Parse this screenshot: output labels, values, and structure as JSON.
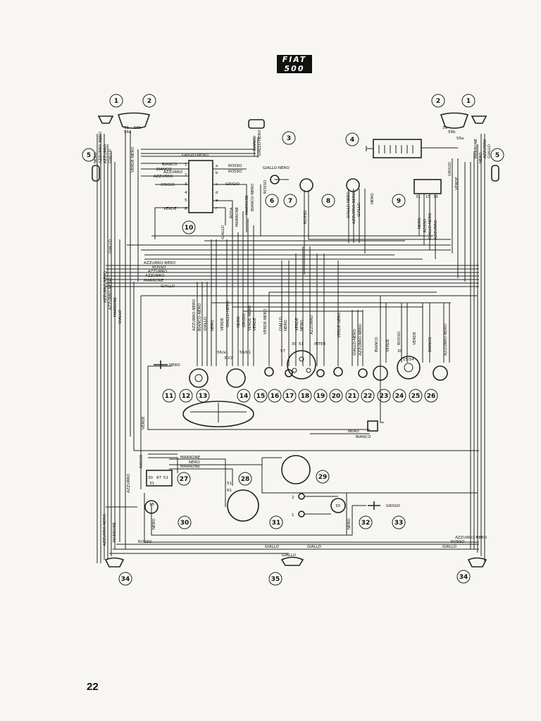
{
  "badge": {
    "line1": "FIAT",
    "line2": "500"
  },
  "page_number": "22",
  "callouts": [
    "1",
    "2",
    "3",
    "4",
    "5",
    "6",
    "7",
    "8",
    "9",
    "10",
    "11",
    "12",
    "13",
    "14",
    "15",
    "16",
    "17",
    "18",
    "19",
    "20",
    "21",
    "22",
    "23",
    "24",
    "25",
    "26",
    "27",
    "28",
    "29",
    "30",
    "31",
    "32",
    "33",
    "34",
    "35"
  ],
  "wire_labels": {
    "grigio_nero": "GRIGIO-NERO",
    "bianco": "BIANCO",
    "bianco2": "BIANCO",
    "azzurro": "AZZURRO",
    "azzurro2": "AZZURRO",
    "grigio": "GRIGIO",
    "verde": "VERDE",
    "rosso_a": "ROSSO",
    "rosso_b": "ROSSO",
    "grigio_r": "GRIGIO",
    "rosso_c": "ROSSO",
    "giallo_nero": "GIALLO-NERO",
    "bianco_nero": "BIANCO-NERO",
    "giallo_nero_v": "GIALLO-NERO",
    "azzurro_nero_l": "AZZURRO-NERO",
    "marrone_l": "MARRONE",
    "giallo_l": "GIALLO",
    "azzurro_nero_bus": "AZZURRO-NERO",
    "rosso_bus": "ROSSO",
    "azzurro_bus": "AZZURRO",
    "azzurro_bus2": "AZZURRO",
    "marrone_bus": "MARRONE",
    "giallo_bus": "GIALLO",
    "marrone_r": "MARRONE",
    "azzurro_nero_r": "AZZURRO-NERO",
    "rosa": "ROSA",
    "marrone_m": "MARRONE",
    "giallo_m": "GIALLO",
    "nero_11": "NERO",
    "verde_v": "VERDE",
    "nero_23": "NERO",
    "bianco_23": "BIANCO",
    "rosso_27": "ROSSO",
    "marrone_27a": "MARRONE",
    "nero_27": "NERO",
    "marrone_27b": "MARRONE",
    "azzurro_27": "AZZURRO",
    "nero_30": "NERO",
    "grigio_33": "GRIGIO",
    "nero_32": "NERO",
    "rosso_bottom": "ROSSO",
    "giallo_bottom": "GIALLO",
    "giallo_bottom2": "GIALLO",
    "azzurro_nero_br": "AZZURRO-NERO",
    "rosso_br": "ROSSO",
    "giallo_br": "GIALLO",
    "giallo_35": "GIALLO",
    "azzurro_nero_bl": "AZZURRO-NERO",
    "marrone_bl": "MARRONE",
    "giallo_16": "GIALLO",
    "nero_16": "NERO",
    "verde_17": "VERDE",
    "nero_17": "NERO",
    "azzurro_17": "AZZURRO",
    "verde_nero_21": "VERDE-NERO",
    "giallo_nero_22": "GIALLO-NERO",
    "azzurro_nero_22": "AZZURRO-NERO",
    "bianco_24": "BIANCO",
    "verde_24": "VERDE",
    "rosso_25": "ROSSO",
    "verde_25": "VERDE",
    "bianco_26": "BIANCO",
    "azzurro_nero_26": "AZZURRO-NERO",
    "verde_nero_14": "VERDE-NERO",
    "grigio_14": "GRIGIO",
    "verde_14": "VERDE",
    "nero_14": "NERO",
    "giallo_12": "GIALLO",
    "bianco_nero_12": "BIANCO-NERO",
    "azzurro_nero_12": "AZZURRO-NERO",
    "nero_12": "NERO",
    "verde_12": "VERDE",
    "nero_5l": "NERO",
    "azzurro_nero_5l": "AZZURRO-NERO",
    "giallo_5l": "GIALLO",
    "azzurro_5l": "AZZURRO",
    "nero_5r": "NERO",
    "marrone_5r": "MARRONE",
    "azzurro_5r": "AZZURRO",
    "giallo_5r": "GIALLO",
    "grigio_9": "GRIGIO",
    "verde_9": "VERDE",
    "nero_9": "NERO",
    "rosso_9": "ROSSO",
    "azzurro_9": "AZZURRO",
    "giallo_nero_8": "GIALLO-NERO",
    "azzurro_nero_8": "AZZURRO-NERO",
    "giallo_8": "GIALLO",
    "nero_8": "NERO",
    "rosso_7": "ROSSO",
    "giallo_nero_3a": "BIANCO",
    "giallo_nero_3b": "GIALLO-NERO",
    "sw_1": "1",
    "sw_2": "2",
    "sw_3": "3",
    "sw_4": "4",
    "sw_5": "5",
    "sw_6": "6",
    "swr_a": "a",
    "swr_b": "b",
    "swr_c": "c",
    "swr_d": "d",
    "swr_e": "e",
    "swr_f": "f",
    "t_31l": "31",
    "t_56a_l": "56a",
    "t_31r": "31",
    "t_56a_r": "56a",
    "t_56b_l": "56b",
    "t_56b_r": "56b",
    "t_56a1": "56/a1",
    "t_56b1": "56/b1",
    "t_30_14": "30/2",
    "t_51": "51",
    "t_57": "57",
    "t_30_17": "30",
    "t_51_17": "51",
    "t_inter": "INTER",
    "t_30_25": "30",
    "t_15_54": "15/54",
    "t_30_27": "30",
    "t_87_27": "87",
    "t_51_27": "51",
    "t_31_27": "31",
    "t_15_30": "15",
    "t_51_28": "51",
    "t_61_28": "61",
    "t_31_9": "31",
    "t_15_9": "15",
    "t_30_9": "30",
    "t_1_31": "1",
    "t_2_31": "2",
    "t_30_32": "30"
  }
}
